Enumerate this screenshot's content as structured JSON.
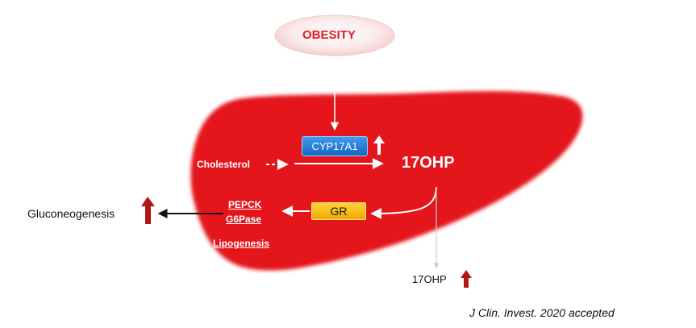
{
  "diagram": {
    "trigger_label": "OBESITY",
    "enzyme_label": "CYP17A1",
    "substrate_label": "Cholesterol",
    "product_label": "17OHP",
    "receptor_label": "GR",
    "target_genes": [
      "PEPCK",
      "G6Pase"
    ],
    "process_label": "Lipogenesis",
    "outcome_label": "Gluconeogenesis",
    "serum_label": "17OHP",
    "citation": "J Clin. Invest. 2020 accepted"
  },
  "colors": {
    "liver": "#e4161b",
    "enzyme_box": "#1c7bd6",
    "receptor_box": "#f5b800",
    "up_arrow": "#b01712",
    "trigger_text": "#e31b23",
    "trigger_bubble": "#f7d6d6"
  },
  "icons": [
    "arrow-up-icon",
    "arrow-right-icon",
    "arrow-left-icon",
    "arrow-down-icon"
  ]
}
